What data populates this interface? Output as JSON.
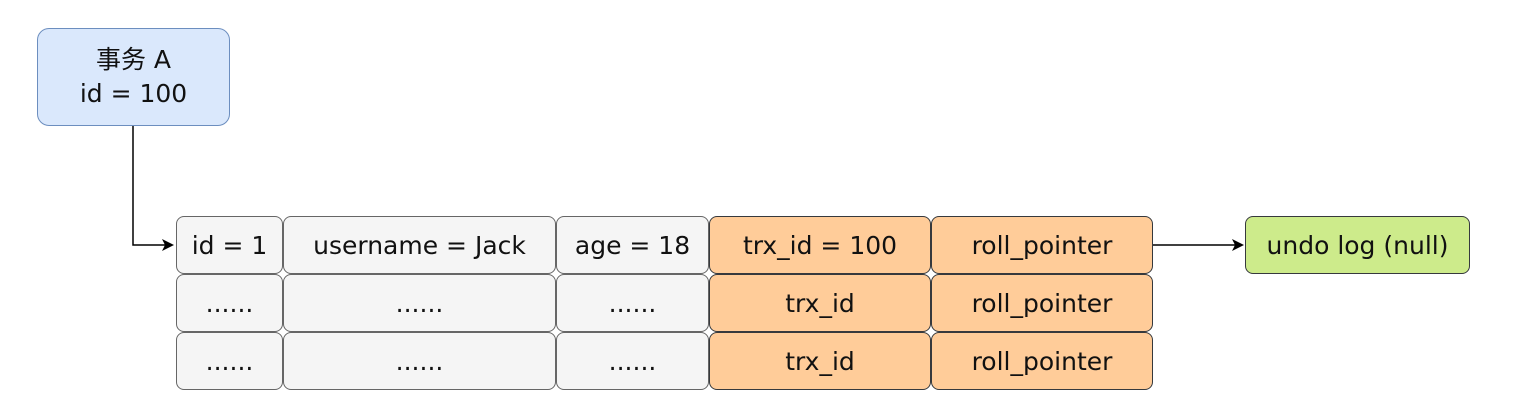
{
  "transaction": {
    "line1": "事务 A",
    "line2": "id = 100"
  },
  "table": {
    "rows": [
      [
        "id = 1",
        "username = Jack",
        "age = 18",
        "trx_id = 100",
        "roll_pointer"
      ],
      [
        "......",
        "......",
        "......",
        "trx_id",
        "roll_pointer"
      ],
      [
        "......",
        "......",
        "......",
        "trx_id",
        "roll_pointer"
      ]
    ]
  },
  "undo_log": {
    "label": "undo log (null)"
  },
  "colors": {
    "transaction_fill": "#dae8fc",
    "transaction_stroke": "#6c8ebf",
    "column_fill": "#f5f5f5",
    "hidden_column_fill": "#ffcc99",
    "undo_fill": "#cdeb8b"
  }
}
